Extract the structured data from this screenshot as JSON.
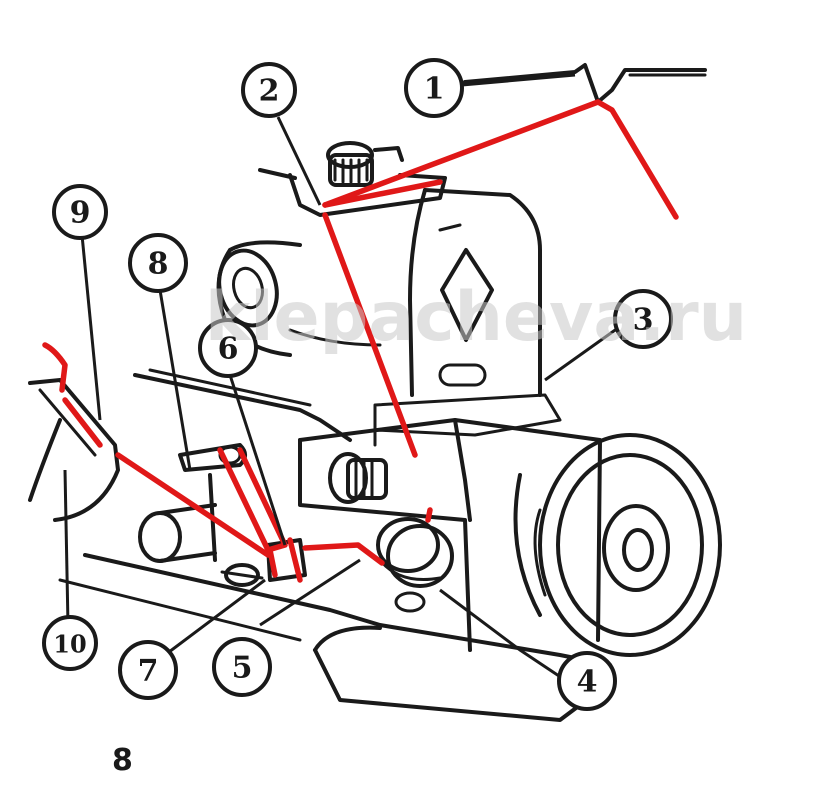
{
  "diagram": {
    "callouts": [
      {
        "id": "1",
        "label": "1"
      },
      {
        "id": "2",
        "label": "2"
      },
      {
        "id": "3",
        "label": "3"
      },
      {
        "id": "4",
        "label": "4"
      },
      {
        "id": "5",
        "label": "5"
      },
      {
        "id": "6",
        "label": "6"
      },
      {
        "id": "7",
        "label": "7"
      },
      {
        "id": "8",
        "label": "8"
      },
      {
        "id": "9",
        "label": "9"
      },
      {
        "id": "10",
        "label": "10"
      }
    ],
    "page_number": "8",
    "watermark": "klepacheva.ru",
    "colors": {
      "thread": "#e01818",
      "ink": "#1a1a1a",
      "background": "#ffffff"
    }
  }
}
